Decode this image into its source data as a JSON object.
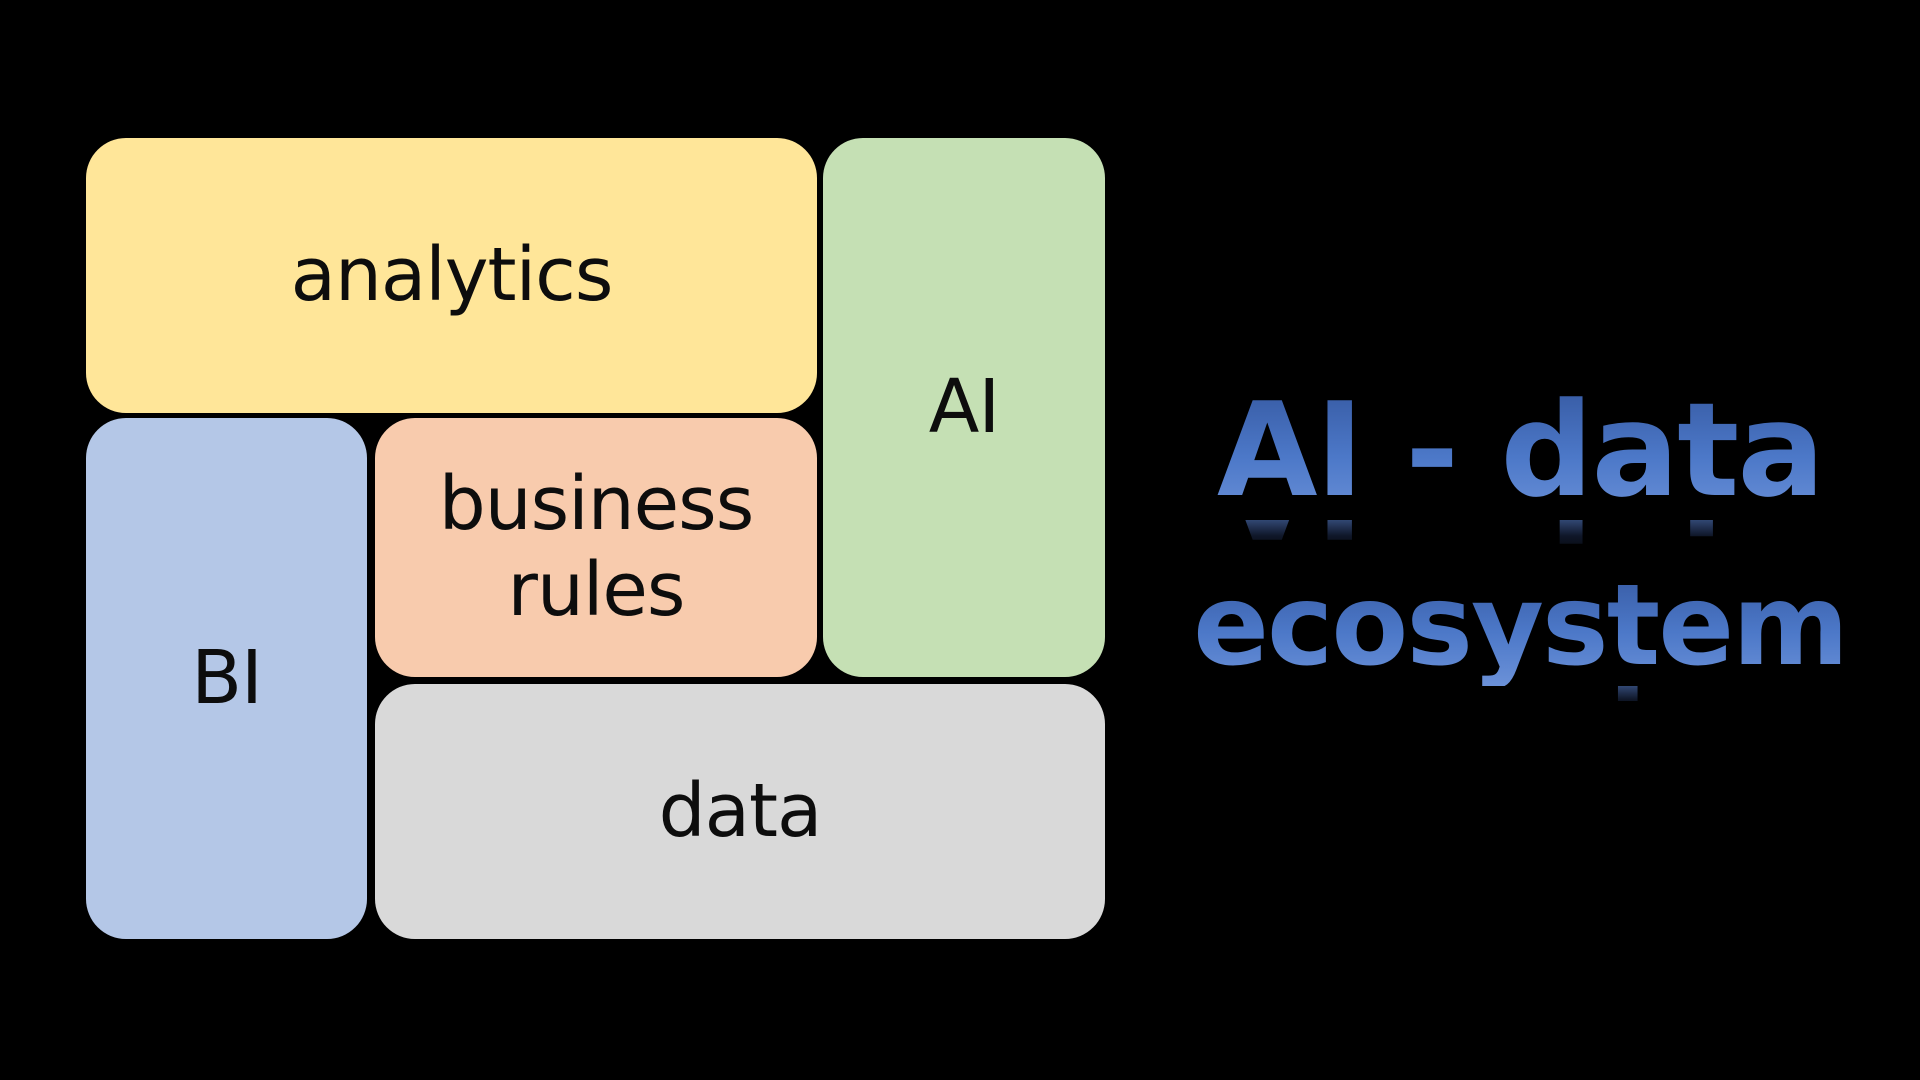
{
  "diagram": {
    "blocks": [
      {
        "id": "analytics",
        "label": "analytics",
        "color": "#ffe699"
      },
      {
        "id": "ai",
        "label": "AI",
        "color": "#c5e0b4"
      },
      {
        "id": "bi",
        "label": "BI",
        "color": "#b4c7e7"
      },
      {
        "id": "business_rules",
        "label_line1": "business",
        "label_line2": "rules",
        "color": "#f8cbad"
      },
      {
        "id": "data",
        "label": "data",
        "color": "#d9d9d9"
      }
    ]
  },
  "title": {
    "line1": "AI - data",
    "line2": "ecosystem",
    "color": "#4472c4"
  },
  "background": "#000000"
}
